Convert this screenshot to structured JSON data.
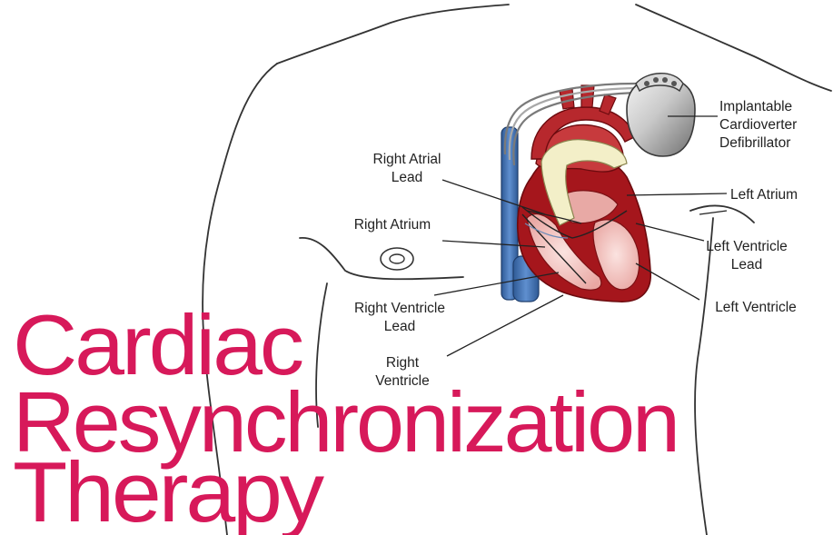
{
  "diagram": {
    "title_lines": [
      "Cardiac",
      "Resynchronization",
      "Therapy"
    ],
    "title_color": "#d7195a",
    "labels": {
      "icd": [
        "Implantable",
        "Cardioverter",
        "Defibrillator"
      ],
      "right_atrial_lead": [
        "Right Atrial",
        "Lead"
      ],
      "right_atrium": [
        "Right Atrium"
      ],
      "left_atrium": [
        "Left Atrium"
      ],
      "left_ventricle_lead": [
        "Left Ventricle",
        "Lead"
      ],
      "right_ventricle_lead": [
        "Right Ventricle",
        "Lead"
      ],
      "left_ventricle": [
        "Left Ventricle"
      ],
      "right_ventricle": [
        "Right",
        "Ventricle"
      ]
    },
    "colors": {
      "heart_dark": "#a5161c",
      "heart_mid": "#c73a3d",
      "heart_light": "#f2c7c4",
      "vena_cava": "#3c69a8",
      "aorta_cream": "#f3efc8",
      "device_gray": "#9a9a9a"
    }
  }
}
